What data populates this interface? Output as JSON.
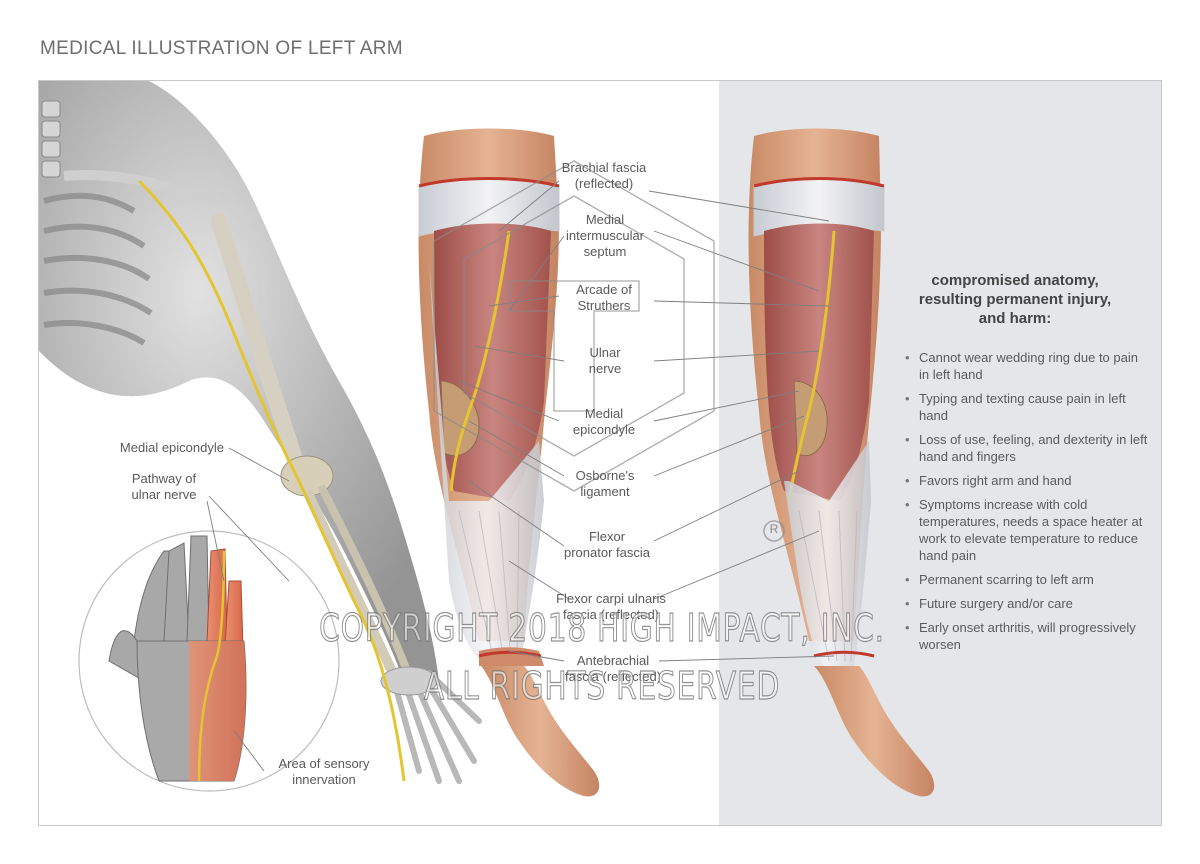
{
  "page_title": "MEDICAL ILLUSTRATION OF LEFT ARM",
  "left_labels": {
    "medial_epicondyle": "Medial epicondyle",
    "pathway_line1": "Pathway of",
    "pathway_line2": "ulnar nerve",
    "sensory_line1": "Area of sensory",
    "sensory_line2": "innervation"
  },
  "center_labels": {
    "brachial_1": "Brachial fascia",
    "brachial_2": "(reflected)",
    "medial_1": "Medial",
    "medial_2": "intermuscular",
    "medial_3": "septum",
    "arcade_1": "Arcade of",
    "arcade_2": "Struthers",
    "ulnar_1": "Ulnar",
    "ulnar_2": "nerve",
    "epi_1": "Medial",
    "epi_2": "epicondyle",
    "osborne_1": "Osborne's",
    "osborne_2": "ligament",
    "flexor_1": "Flexor",
    "flexor_2": "pronator fascia",
    "fcu_1": "Flexor carpi ulnaris",
    "fcu_2": "fascia (reflected)",
    "ante_1": "Antebrachial",
    "ante_2": "fascia (reflected)"
  },
  "harm": {
    "title_1": "compromised anatomy,",
    "title_2": "resulting permanent injury,",
    "title_3": "and harm:",
    "items": [
      "Cannot wear wedding ring due to pain in left hand",
      "Typing and texting cause pain in left hand",
      "Loss of use, feeling, and dexterity in left hand and fingers",
      "Favors right arm and hand",
      "Symptoms increase with cold temperatures, needs a space heater at work to elevate temperature to reduce hand pain",
      "Permanent scarring to left arm",
      "Future surgery and/or care",
      "Early onset arthritis, will progressively worsen"
    ]
  },
  "watermark": {
    "line1": "COPYRIGHT 2018 HIGH IMPACT, INC.",
    "line2": "ALL RIGHTS RESERVED",
    "registered": "R"
  },
  "colors": {
    "skin": "#d9a27f",
    "muscle": "#b4635c",
    "fascia": "#e6e6ea",
    "nerve": "#e4c431",
    "skeleton_gray": "#9a9a9a",
    "panel_bg": "#e4e6e9"
  }
}
